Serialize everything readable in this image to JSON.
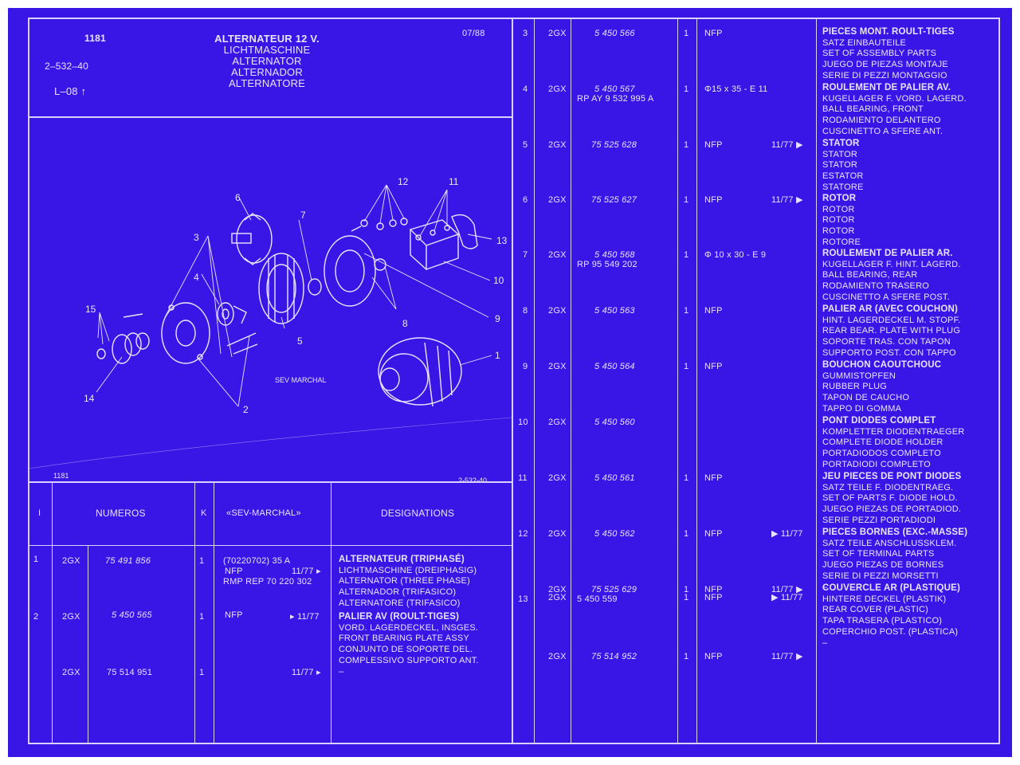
{
  "header": {
    "ref": "1181",
    "code": "2–532–40",
    "level": "L–08 ↑",
    "date": "07/88",
    "title_lines": [
      "ALTERNATEUR 12 V.",
      "LICHTMASCHINE",
      "ALTERNATOR",
      "ALTERNADOR",
      "ALTERNATORE"
    ]
  },
  "diagram": {
    "brand_label": "SEV MARCHAL",
    "footer_left": "1181",
    "footer_right": "2-532-40",
    "callouts": [
      "1",
      "2",
      "3",
      "4",
      "5",
      "6",
      "7",
      "8",
      "9",
      "10",
      "11",
      "12",
      "13",
      "14",
      "15"
    ]
  },
  "left_table": {
    "columns": [
      "I",
      "NUMEROS",
      "K",
      "«SEV-MARCHAL»",
      "DESIGNATIONS"
    ],
    "rows": [
      {
        "idx": "1",
        "type": "2GX",
        "number": "75 491 856",
        "qty": "1",
        "maker": [
          "(70220702) 35 A",
          "NFP",
          "RMP REP 70 220 302"
        ],
        "maker_date": "11/77 ▸",
        "designation": [
          "ALTERNATEUR (TRIPHASÉ)",
          "LICHTMASCHINE (DREIPHASIG)",
          "ALTERNATOR (THREE PHASE)",
          "ALTERNADOR (TRIFASICO)",
          "ALTERNATORE (TRIFASICO)"
        ]
      },
      {
        "idx": "2",
        "type": "2GX",
        "number": "5 450 565",
        "qty": "1",
        "maker": [
          "NFP"
        ],
        "maker_date": "▸ 11/77",
        "designation": [
          "PALIER AV (ROULT-TIGES)",
          "VORD. LAGERDECKEL, INSGES.",
          "FRONT BEARING PLATE ASSY",
          "CONJUNTO DE SOPORTE DEL.",
          "COMPLESSIVO SUPPORTO ANT.",
          "–"
        ]
      },
      {
        "idx": "",
        "type": "2GX",
        "number": "75 514 951",
        "qty": "1",
        "maker": [],
        "maker_date": "11/77 ▸",
        "designation": []
      }
    ]
  },
  "right_table": {
    "rows": [
      {
        "idx": "3",
        "type": "2GX",
        "number": "5 450 566",
        "qty": "1",
        "maker": "NFP",
        "date": "",
        "designation": [
          "PIECES MONT. ROULT-TIGES",
          "SATZ EINBAUTEILE",
          "SET OF ASSEMBLY PARTS",
          "JUEGO DE PIEZAS MONTAJE",
          "SERIE DI PEZZI MONTAGGIO"
        ]
      },
      {
        "idx": "4",
        "type": "2GX",
        "number": "5 450 567",
        "number2": "RP AY 9 532 995 A",
        "qty": "1",
        "maker": "Φ15 x 35 - E 11",
        "date": "",
        "designation": [
          "ROULEMENT DE PALIER AV.",
          "KUGELLAGER F. VORD. LAGERD.",
          "BALL BEARING, FRONT",
          "RODAMIENTO DELANTERO",
          "CUSCINETTO A SFERE ANT."
        ]
      },
      {
        "idx": "5",
        "type": "2GX",
        "number": "75 525 628",
        "qty": "1",
        "maker": "NFP",
        "date": "11/77 ▶",
        "designation": [
          "STATOR",
          "STATOR",
          "STATOR",
          "ESTATOR",
          "STATORE"
        ]
      },
      {
        "idx": "6",
        "type": "2GX",
        "number": "75 525 627",
        "qty": "1",
        "maker": "NFP",
        "date": "11/77 ▶",
        "designation": [
          "ROTOR",
          "ROTOR",
          "ROTOR",
          "ROTOR",
          "ROTORE"
        ]
      },
      {
        "idx": "7",
        "type": "2GX",
        "number": "5 450 568",
        "number2": "RP 95 549 202",
        "qty": "1",
        "maker": "Φ 10 x 30 - E 9",
        "date": "",
        "designation": [
          "ROULEMENT DE PALIER AR.",
          "KUGELLAGER F. HINT. LAGERD.",
          "BALL BEARING, REAR",
          "RODAMIENTO TRASERO",
          "CUSCINETTO A SFERE POST."
        ]
      },
      {
        "idx": "8",
        "type": "2GX",
        "number": "5 450 563",
        "qty": "1",
        "maker": "NFP",
        "date": "",
        "designation": [
          "PALIER AR (AVEC COUCHON)",
          "HINT. LAGERDECKEL M. STOPF.",
          "REAR BEAR. PLATE WITH PLUG",
          "SOPORTE TRAS. CON TAPON",
          "SUPPORTO POST. CON TAPPO"
        ]
      },
      {
        "idx": "9",
        "type": "2GX",
        "number": "5 450 564",
        "qty": "1",
        "maker": "NFP",
        "date": "",
        "designation": [
          "BOUCHON CAOUTCHOUC",
          "GUMMISTOPFEN",
          "RUBBER PLUG",
          "TAPON DE CAUCHO",
          "TAPPO DI GOMMA"
        ]
      },
      {
        "idx": "10",
        "type": "2GX",
        "number": "5 450 560",
        "qty": "",
        "maker": "",
        "date": "",
        "designation": [
          "PONT DIODES COMPLET",
          "KOMPLETTER DIODENTRAEGER",
          "COMPLETE DIODE HOLDER",
          "PORTADIODOS COMPLETO",
          "PORTADIODI COMPLETO"
        ]
      },
      {
        "idx": "11",
        "type": "2GX",
        "number": "5 450 561",
        "qty": "1",
        "maker": "NFP",
        "date": "",
        "designation": [
          "JEU PIECES DE PONT DIODES",
          "SATZ TEILE F. DIODENTRAEG.",
          "SET OF PARTS F. DIODE HOLD.",
          "JUEGO PIEZAS DE PORTADIOD.",
          "SERIE PEZZI PORTADIODI"
        ]
      },
      {
        "idx": "12",
        "type": "2GX",
        "number": "5 450 562",
        "qty": "1",
        "maker": "NFP",
        "date": "▶ 11/77",
        "designation": [
          "PIECES BORNES (EXC.-MASSE)",
          "SATZ TEILE ANSCHLUSSKLEM.",
          "SET OF TERMINAL PARTS",
          "JUEGO PIEZAS DE BORNES",
          "SERIE DI PEZZI MORSETTI",
          "–"
        ]
      },
      {
        "idx": "13",
        "type": "2GX",
        "type2": "2GX",
        "number": "75 525 629",
        "number2": "5 450 559",
        "qty": "1",
        "qty2": "1",
        "maker": "NFP",
        "maker2": "NFP",
        "date": "11/77 ▶",
        "date2": "▶ 11/77",
        "designation": [
          "COUVERCLE AR (PLASTIQUE)",
          "HINTERE DECKEL (PLASTIK)",
          "REAR COVER (PLASTIC)",
          "TAPA TRASERA (PLASTICO)",
          "COPERCHIO POST. (PLASTICA)",
          "–"
        ]
      },
      {
        "idx": "",
        "type": "2GX",
        "number": "75 514 952",
        "qty": "1",
        "maker": "NFP",
        "date": "11/77 ▶",
        "designation": []
      }
    ]
  },
  "colors": {
    "background": "#3a16e6",
    "ink": "#e8e4ff",
    "frame": "#ffffff"
  }
}
